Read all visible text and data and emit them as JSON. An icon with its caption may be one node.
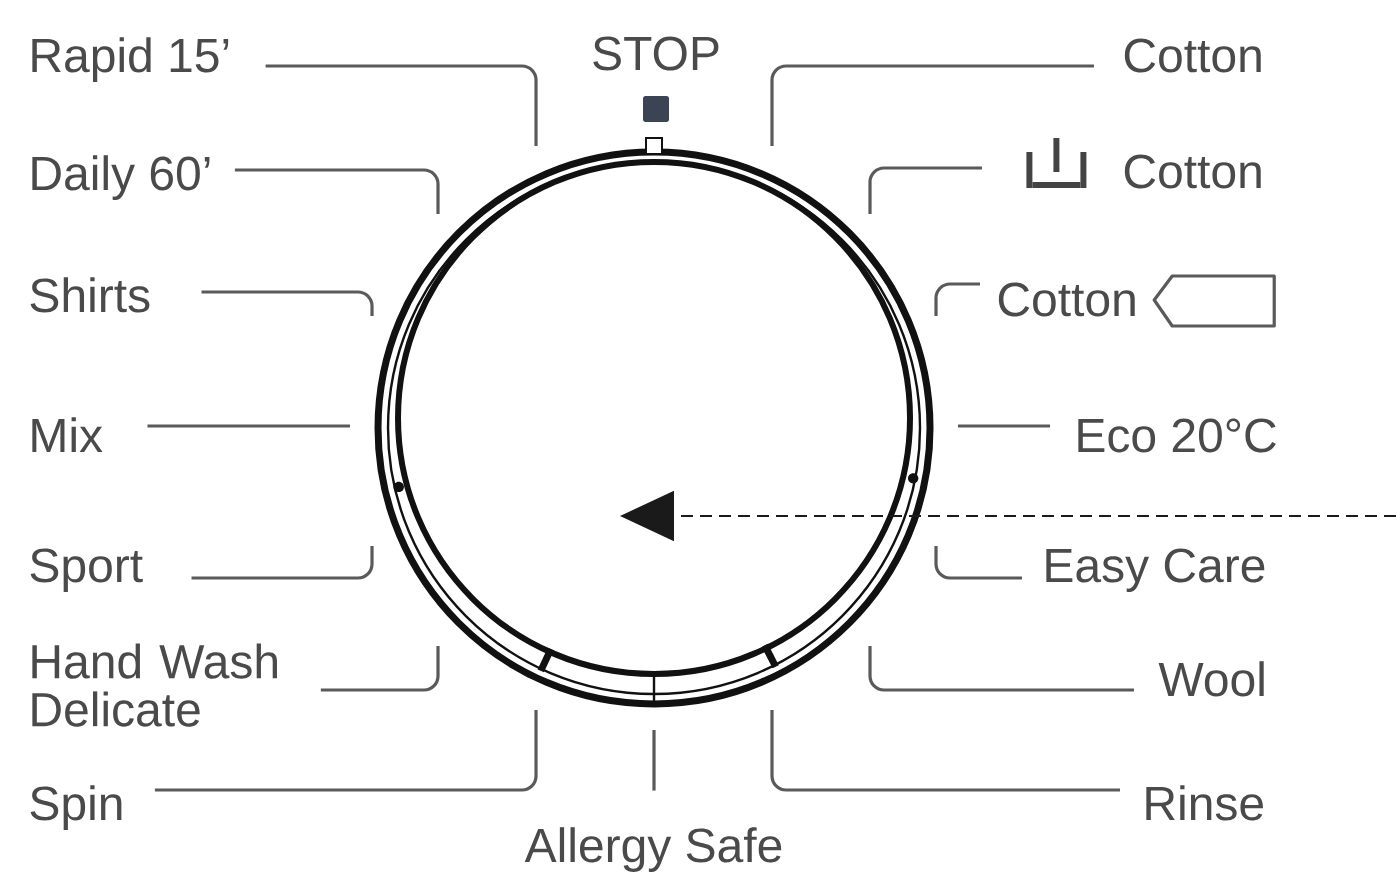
{
  "diagram": {
    "nodes": [
      {
        "text": [
          "Rapid 15’"
        ]
      },
      {
        "text": [
          "Cotton"
        ]
      },
      {
        "text": [
          "Daily 60’"
        ]
      },
      {
        "text": [
          "Cotton"
        ]
      },
      {
        "text": [
          "Shirts"
        ]
      },
      {
        "text": [
          "Cotton"
        ]
      },
      {
        "text": [
          "Mix"
        ]
      },
      {
        "text": [
          "Eco 20°C"
        ]
      },
      {
        "text": [
          "Sport"
        ]
      },
      {
        "text": [
          "Easy Care"
        ]
      },
      {
        "text": [
          "Hand Wash Delicate"
        ]
      },
      {
        "text": [
          "Wool"
        ]
      },
      {
        "text": [
          "Spin"
        ]
      },
      {
        "text": [
          "Rinse"
        ]
      },
      {
        "text": [
          "Allergy Safe"
        ]
      },
      {
        "text": [],
        "shape": "circle"
      }
    ],
    "edges": [
      {
        "from": 0,
        "to": 15,
        "arrow": "none"
      },
      {
        "from": 1,
        "to": 15,
        "arrow": "none"
      },
      {
        "from": 2,
        "to": 15,
        "arrow": "none"
      },
      {
        "from": 3,
        "to": 15,
        "arrow": "none"
      },
      {
        "from": 4,
        "to": 15,
        "arrow": "none"
      },
      {
        "from": 5,
        "to": 15,
        "arrow": "none"
      },
      {
        "from": 6,
        "to": 15,
        "arrow": "none"
      },
      {
        "from": 7,
        "to": 15,
        "arrow": "none"
      },
      {
        "from": 8,
        "to": 15,
        "arrow": "none"
      },
      {
        "from": 9,
        "to": 15,
        "arrow": "none"
      },
      {
        "from": 10,
        "to": 15,
        "arrow": "none"
      },
      {
        "from": 11,
        "to": 15,
        "arrow": "none"
      },
      {
        "from": 12,
        "to": 15,
        "arrow": "none"
      },
      {
        "from": 13,
        "to": 15,
        "arrow": "none"
      },
      {
        "from": 14,
        "to": 15,
        "arrow": "none"
      },
      {
        "from": null,
        "to": 15,
        "arrow": "to",
        "style": "dashed",
        "color": "#1a1a1a"
      }
    ],
    "labels": [
      "STOP"
    ]
  }
}
